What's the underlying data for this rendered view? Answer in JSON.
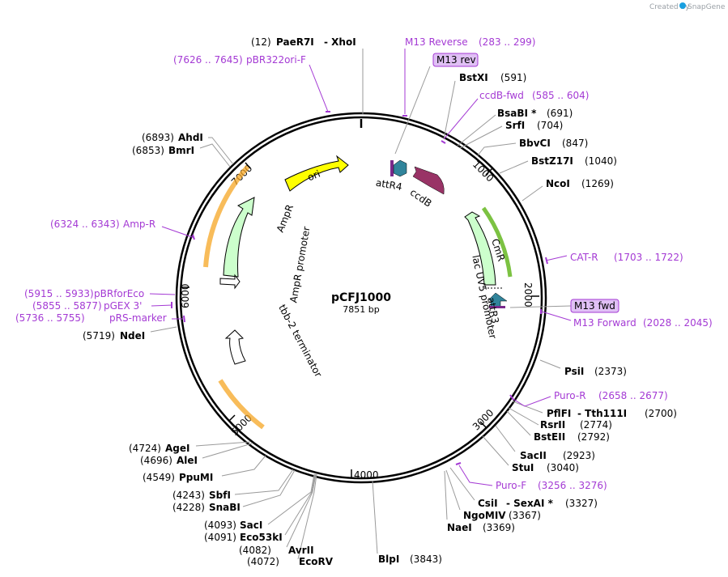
{
  "brand": {
    "created_by": "Created by",
    "name": "SnapGene"
  },
  "plasmid": {
    "name": "pCFJ1000",
    "size": "7851 bp"
  },
  "ticks": [
    "1000",
    "2000",
    "3000",
    "4000",
    "5000",
    "6000",
    "7000"
  ],
  "features": {
    "ori": "ori",
    "ampr": "AmpR",
    "ampr_promoter": "AmpR promoter",
    "tbb2": "tbb-2 terminator",
    "cmr": "CmR",
    "lacuv5": "lac UV5 promoter",
    "attr3": "attR3",
    "attr4": "attR4",
    "ccdb": "ccdB"
  },
  "enzymes": [
    {
      "id": "paer7i",
      "pos": "(12)",
      "name": "PaeR7I",
      "extra": "- XhoI"
    },
    {
      "id": "bstxi",
      "pos": "(591)",
      "name": "BstXI"
    },
    {
      "id": "bsabi",
      "pos": "(691)",
      "name": "BsaBI *"
    },
    {
      "id": "srfi",
      "pos": "(704)",
      "name": "SrfI"
    },
    {
      "id": "bbvci",
      "pos": "(847)",
      "name": "BbvCI"
    },
    {
      "id": "bstz17i",
      "pos": "(1040)",
      "name": "BstZ17I"
    },
    {
      "id": "ncoi",
      "pos": "(1269)",
      "name": "NcoI"
    },
    {
      "id": "psii",
      "pos": "(2373)",
      "name": "PsiI"
    },
    {
      "id": "pflfi",
      "pos": "(2700)",
      "name": "PflFI",
      "extra": "- Tth111I"
    },
    {
      "id": "rsrii",
      "pos": "(2774)",
      "name": "RsrII"
    },
    {
      "id": "bsteii",
      "pos": "(2792)",
      "name": "BstEII"
    },
    {
      "id": "sacii",
      "pos": "(2923)",
      "name": "SacII"
    },
    {
      "id": "stui",
      "pos": "(3040)",
      "name": "StuI"
    },
    {
      "id": "csii",
      "pos": "(3327)",
      "name": "CsiI",
      "extra": "- SexAI *"
    },
    {
      "id": "ngomiv",
      "pos": "(3367)",
      "name": "NgoMIV"
    },
    {
      "id": "naei",
      "pos": "(3369)",
      "name": "NaeI"
    },
    {
      "id": "blpi",
      "pos": "(3843)",
      "name": "BlpI"
    },
    {
      "id": "ecorv",
      "pos": "(4072)",
      "name": "EcoRV"
    },
    {
      "id": "avrii",
      "pos": "(4082)",
      "name": "AvrII"
    },
    {
      "id": "eco53ki",
      "pos": "(4091)",
      "name": "Eco53kI"
    },
    {
      "id": "saci",
      "pos": "(4093)",
      "name": "SacI"
    },
    {
      "id": "snabi",
      "pos": "(4228)",
      "name": "SnaBI"
    },
    {
      "id": "sbfi",
      "pos": "(4243)",
      "name": "SbfI"
    },
    {
      "id": "ppumi",
      "pos": "(4549)",
      "name": "PpuMI"
    },
    {
      "id": "alei",
      "pos": "(4696)",
      "name": "AleI"
    },
    {
      "id": "agei",
      "pos": "(4724)",
      "name": "AgeI"
    },
    {
      "id": "ndei",
      "pos": "(5719)",
      "name": "NdeI"
    },
    {
      "id": "bmri",
      "pos": "(6853)",
      "name": "BmrI"
    },
    {
      "id": "ahdi",
      "pos": "(6893)",
      "name": "AhdI"
    }
  ],
  "primers": [
    {
      "id": "m13rev",
      "name": "M13 Reverse",
      "range": "(283 .. 299)",
      "box": "M13 rev"
    },
    {
      "id": "ccdbfwd",
      "name": "ccdB-fwd",
      "range": "(585 .. 604)"
    },
    {
      "id": "catr",
      "name": "CAT-R",
      "range": "(1703 .. 1722)"
    },
    {
      "id": "m13fwd",
      "name": "M13 Forward",
      "range": "(2028 .. 2045)",
      "box": "M13 fwd"
    },
    {
      "id": "puror",
      "name": "Puro-R",
      "range": "(2658 .. 2677)"
    },
    {
      "id": "purof",
      "name": "Puro-F",
      "range": "(3256 .. 3276)"
    },
    {
      "id": "prsmarker",
      "name": "pRS-marker",
      "range": "(5736 .. 5755)"
    },
    {
      "id": "pgex3",
      "name": "pGEX 3'",
      "range": "(5855 .. 5877)"
    },
    {
      "id": "pbrforeco",
      "name": "pBRforEco",
      "range": "(5915 .. 5933)"
    },
    {
      "id": "ampr_primer",
      "name": "Amp-R",
      "range": "(6324 .. 6343)"
    },
    {
      "id": "pbr322ori",
      "name": "pBR322ori-F",
      "range": "(7626 .. 7645)"
    }
  ],
  "colors": {
    "ori": "#ffff00",
    "ampr": "#ccffcc",
    "cmr": "#ccffcc",
    "ccdb": "#993366",
    "att": "#31849b",
    "primer": "#a43ad4",
    "primer_box": "#e0c0f5",
    "orange_band": "#f5a623",
    "green_band": "#7cc242"
  }
}
